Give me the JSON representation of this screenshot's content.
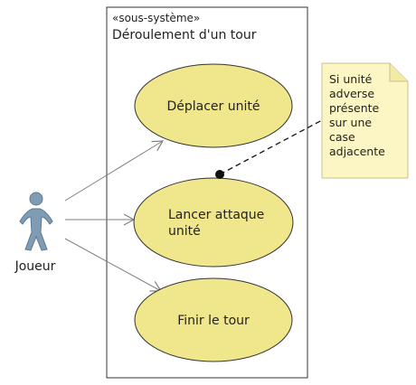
{
  "system": {
    "stereotype": "«sous-système»",
    "name": "Déroulement d'un tour"
  },
  "actor": {
    "name": "Joueur"
  },
  "use_cases": [
    {
      "lines": [
        "Déplacer unité"
      ]
    },
    {
      "lines": [
        "Lancer attaque",
        "unité"
      ]
    },
    {
      "lines": [
        "Finir le tour"
      ]
    }
  ],
  "note": {
    "lines": [
      "Si unité",
      "adverse",
      "présente",
      "sur une",
      "case",
      "adjacente"
    ]
  },
  "colors": {
    "use_case_fill": "#f0e68c",
    "note_fill": "#fcf6c4",
    "actor_fill": "#7f9cb4",
    "border": "#333333",
    "association": "#808080"
  }
}
